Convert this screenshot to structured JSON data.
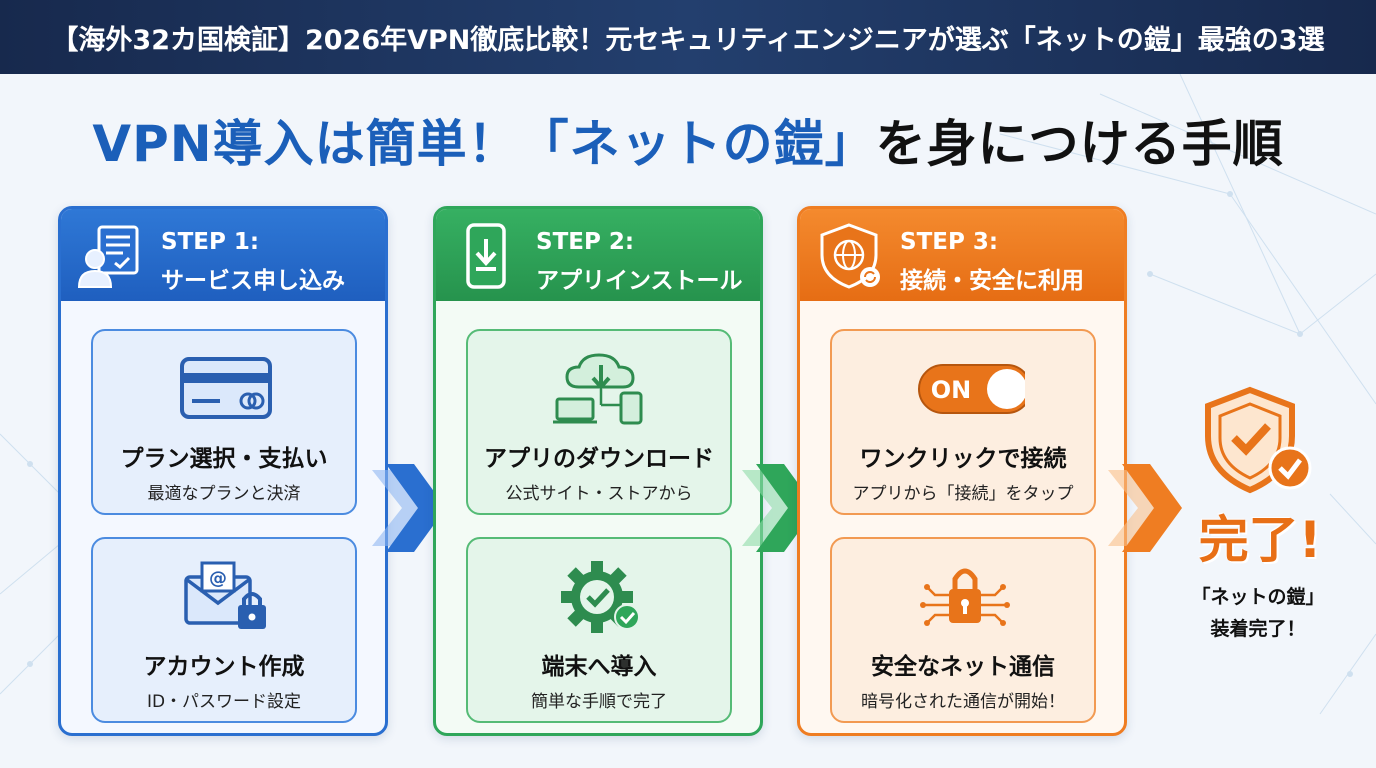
{
  "banner": {
    "title": "【海外32カ国検証】2026年VPN徹底比較！元セキュリティエンジニアが選ぶ「ネットの鎧」最強の3選"
  },
  "heading": {
    "part1": "VPN導入は簡単！「ネットの鎧」",
    "part2": "を身につける手順"
  },
  "steps": [
    {
      "number": "STEP 1:",
      "title": "サービス申し込み",
      "icon": "application-form-user-icon",
      "cards": [
        {
          "icon": "credit-card-icon",
          "title": "プラン選択・支払い",
          "subtitle": "最適なプランと決済"
        },
        {
          "icon": "email-lock-icon",
          "title": "アカウント作成",
          "subtitle": "ID・パスワード設定"
        }
      ]
    },
    {
      "number": "STEP 2:",
      "title": "アプリインストール",
      "icon": "phone-download-icon",
      "cards": [
        {
          "icon": "cloud-download-devices-icon",
          "title": "アプリのダウンロード",
          "subtitle": "公式サイト・ストアから"
        },
        {
          "icon": "gear-check-icon",
          "title": "端末へ導入",
          "subtitle": "簡単な手順で完了"
        }
      ]
    },
    {
      "number": "STEP 3:",
      "title": "接続・安全に利用",
      "icon": "shield-globe-icon",
      "cards": [
        {
          "icon": "toggle-on-icon",
          "toggle_label": "ON",
          "title": "ワンクリックで接続",
          "subtitle": "アプリから「接続」をタップ"
        },
        {
          "icon": "padlock-circuit-icon",
          "title": "安全なネット通信",
          "subtitle": "暗号化された通信が開始！"
        }
      ]
    }
  ],
  "completion": {
    "icon": "shield-check-icon",
    "label": "完了!",
    "caption_line1": "「ネットの鎧」",
    "caption_line2": "装着完了！"
  },
  "colors": {
    "step1": "#2a6fd0",
    "step2": "#2fa65a",
    "step3": "#ef7d22",
    "heading_blue": "#1b5fb9",
    "banner": "#1b3460"
  }
}
